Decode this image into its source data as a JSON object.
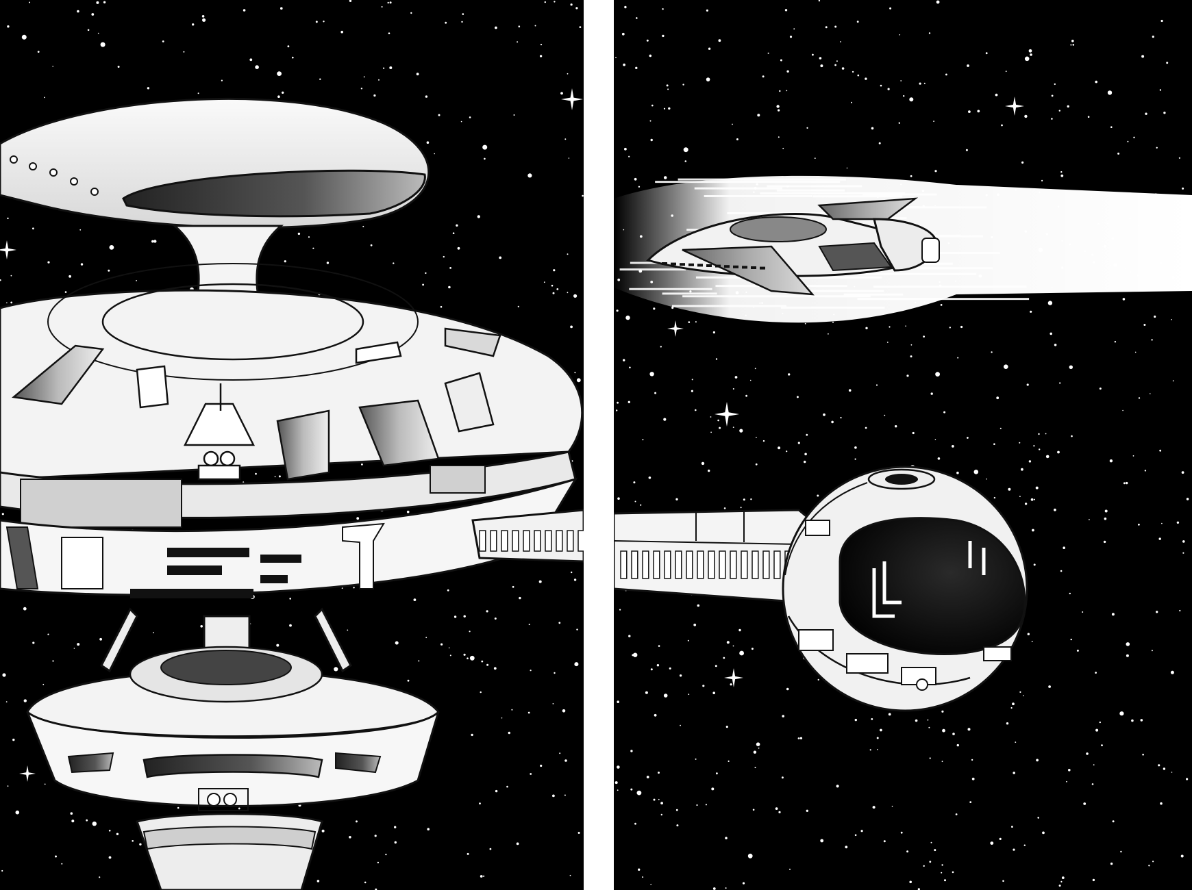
{
  "page": {
    "panels": [
      {
        "id": "left",
        "subject": "space-station"
      },
      {
        "id": "right",
        "subject": "starship-and-sphere-module"
      }
    ]
  },
  "colors": {
    "space": "#000000",
    "ink": "#111111",
    "hull": "#f2f2f2",
    "hull_shade": "#bdbdbd",
    "hull_dark": "#7a7a7a",
    "gutter": "#ffffff"
  },
  "icons": {
    "sparkle": "sparkle-star-icon"
  }
}
